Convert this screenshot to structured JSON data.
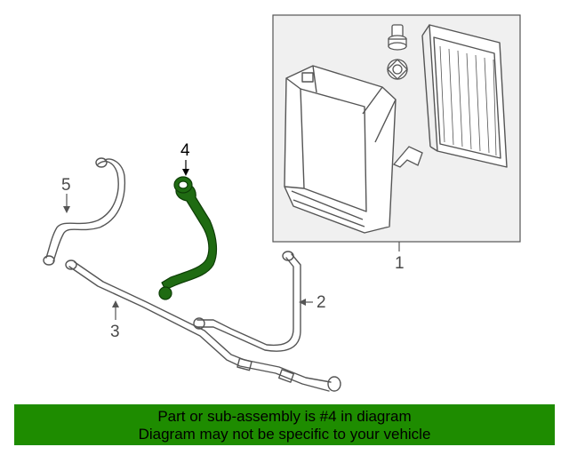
{
  "callouts": {
    "part1": "1",
    "part2": "2",
    "part3": "3",
    "part4": "4",
    "part5": "5"
  },
  "banner": {
    "line1": "Part or sub-assembly is #4 in diagram",
    "line2": "Diagram may not be specific to your vehicle"
  },
  "colors": {
    "banner_bg": "#1e8c00",
    "highlight_part": "#1f6b12",
    "line_art": "#555555",
    "frame": "#f0f0f0"
  }
}
